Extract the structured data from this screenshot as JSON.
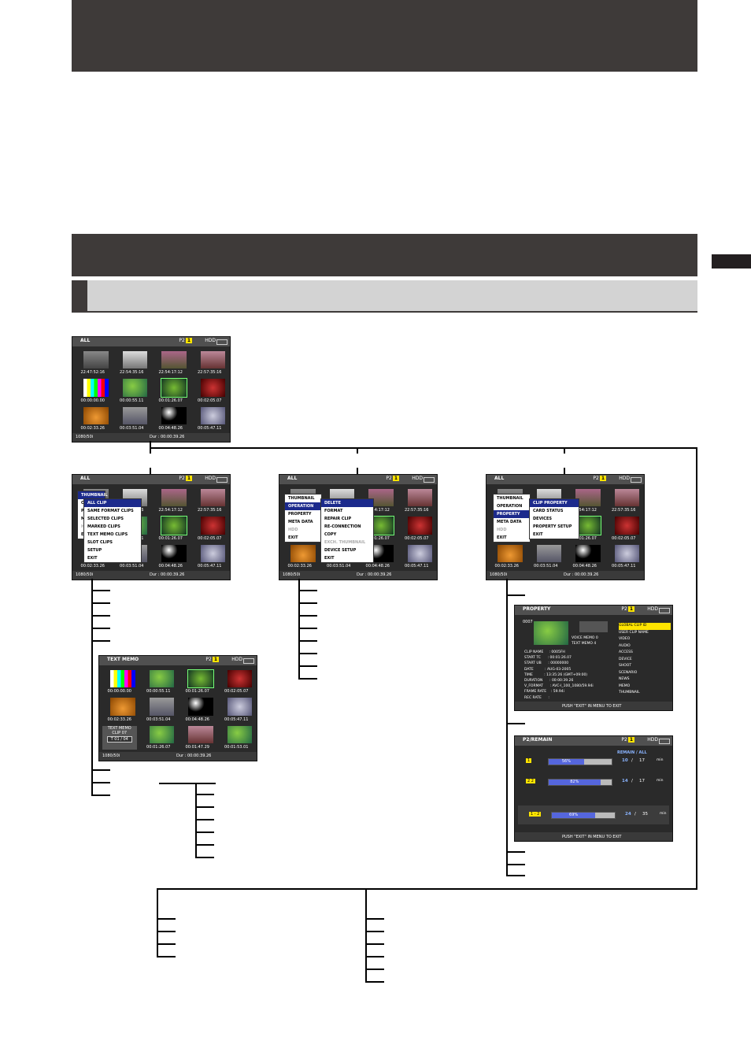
{
  "screens": {
    "thumb": {
      "title": "ALL",
      "p2_label": "P2",
      "p2_slot": "1",
      "hdd_label": "HDD",
      "format": "1080/50i",
      "dur": "Dur : 00:00:39.26",
      "timecodes": [
        "22:47:52:16",
        "22:54:35:16",
        "22:54:17:12",
        "22:57:35:16",
        "00:00:00.00",
        "00:00:55.11",
        "00:01:26.07",
        "00:02:05.07",
        "00:02:33.26",
        "00:03:51.04",
        "00:04:48.26",
        "00:05:47.11"
      ]
    },
    "menu_thumbnail": [
      "ALL CLIP",
      "SAME FORMAT CLIPS",
      "SELECTED CLIPS",
      "MARKED CLIPS",
      "TEXT MEMO CLIPS",
      "SLOT CLIPS",
      "SETUP",
      "EXIT"
    ],
    "menu_main": [
      "THUMBNAIL",
      "OPERATION",
      "PROPERTY",
      "META DATA",
      "HDD",
      "EXIT"
    ],
    "menu_operation": [
      "DELETE",
      "FORMAT",
      "REPAIR CLIP",
      "RE-CONNECTION",
      "COPY",
      "EXCH. THUMBNAIL",
      "DEVICE SETUP",
      "EXIT"
    ],
    "menu_property": [
      "CLIP PROPERTY",
      "CARD STATUS",
      "DEVICES",
      "PROPERTY SETUP",
      "EXIT"
    ],
    "text_memo": {
      "title": "TEXT MEMO",
      "memo_line1": "TEXT MEMO",
      "memo_line2": "CLIP 07",
      "memo_counter": "T 01  /  04",
      "format": "1080/50i",
      "dur": "Dur : 00:00:39.26",
      "timecodes": [
        "00:00:00.00",
        "00:00:55.11",
        "00:01:26.07",
        "00:02:05.07",
        "00:02:33.26",
        "00:03:51.04",
        "00:04:48.26",
        "00:05:47.11",
        "",
        "00:01:26.07",
        "00:01:47.29",
        "00:01:53.01"
      ]
    },
    "property": {
      "title": "PROPERTY",
      "clip_no": "0007",
      "voice_memo": "VOICE MEMO   0",
      "text_memo": "TEXT MEMO    4",
      "info": [
        "CLIP NAME     : 0005FH",
        "START TC      : 00:01:26.07",
        "START UB      : 00000000",
        "DATE          : AUG-03-2005",
        "TIME          : 13:35:26 (GMT+09:00)",
        "DURATION      : 00:00:39.26",
        "V_FORMAT      : AVC-I_100_1080/59.94i",
        "FRAME RATE    : 59.94i",
        "REC RATE      :"
      ],
      "side": [
        "GLOBAL CLIP ID",
        "USER CLIP NAME",
        "VIDEO",
        "AUDIO",
        "ACCESS",
        "DEVICE",
        "SHOOT",
        "SCENARIO",
        "NEWS",
        "MEMO",
        "THUMBNAIL"
      ],
      "message": "PUSH \"EXIT\" IN MENU TO EXIT"
    },
    "remain": {
      "title": "P2/REMAIN",
      "header": "REMAIN / ALL",
      "rows": [
        {
          "slot": "1",
          "percent": 56,
          "label": "56%",
          "remain": "10",
          "all": "17",
          "unit": "min"
        },
        {
          "slot": "2 2",
          "percent": 82,
          "label": "82%",
          "remain": "14",
          "all": "17",
          "unit": "min"
        },
        {
          "slot": "1 - 2",
          "percent": 69,
          "label": "69%",
          "remain": "24",
          "all": "35",
          "unit": "min"
        }
      ],
      "sep": "/",
      "message": "PUSH \"EXIT\" IN MENU TO EXIT"
    }
  },
  "colors": {
    "band": "#3e3a39",
    "subhead": "#d3d3d3",
    "highlight": "#ffe400",
    "menu_select": "#1c2a8c"
  }
}
